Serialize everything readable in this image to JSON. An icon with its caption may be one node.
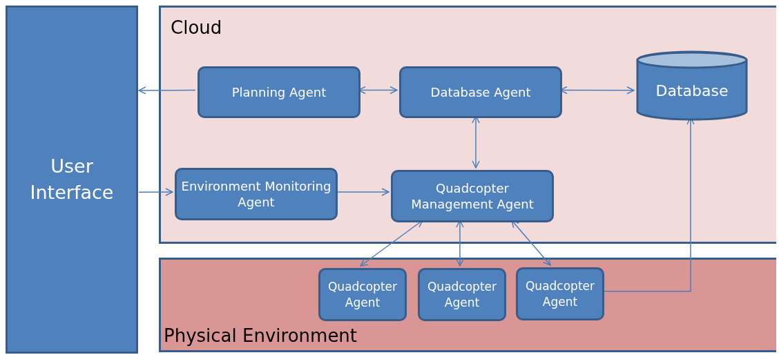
{
  "diagram": {
    "nodes": [
      {
        "text": [
          "User Interface"
        ]
      },
      {
        "text": [
          "Cloud"
        ]
      },
      {
        "text": [
          "Planning Agent"
        ],
        "in": 1
      },
      {
        "text": [
          "Database Agent"
        ],
        "in": 1
      },
      {
        "text": [
          "Database"
        ],
        "in": 1
      },
      {
        "text": [
          "Environment Monitoring Agent"
        ],
        "in": 1
      },
      {
        "text": [
          "Quadcopter Management Agent"
        ],
        "in": 1
      },
      {
        "text": [
          "Physical Environment"
        ]
      },
      {
        "text": [
          "Quadcopter Agent"
        ],
        "in": 7
      },
      {
        "text": [
          "Quadcopter Agent"
        ],
        "in": 7
      },
      {
        "text": [
          "Quadcopter Agent"
        ],
        "in": 7
      }
    ],
    "edges": [
      {
        "from": 2,
        "to": 0,
        "arrow": "to"
      },
      {
        "from": 2,
        "to": 3,
        "arrow": "both"
      },
      {
        "from": 3,
        "to": 4,
        "arrow": "both"
      },
      {
        "from": 0,
        "to": 5,
        "arrow": "to"
      },
      {
        "from": 5,
        "to": 6,
        "arrow": "to"
      },
      {
        "from": 3,
        "to": 6,
        "arrow": "both"
      },
      {
        "from": 6,
        "to": 8,
        "arrow": "both"
      },
      {
        "from": 6,
        "to": 9,
        "arrow": "both"
      },
      {
        "from": 6,
        "to": 10,
        "arrow": "both"
      },
      {
        "from": 10,
        "to": 4,
        "arrow": "to"
      }
    ]
  }
}
